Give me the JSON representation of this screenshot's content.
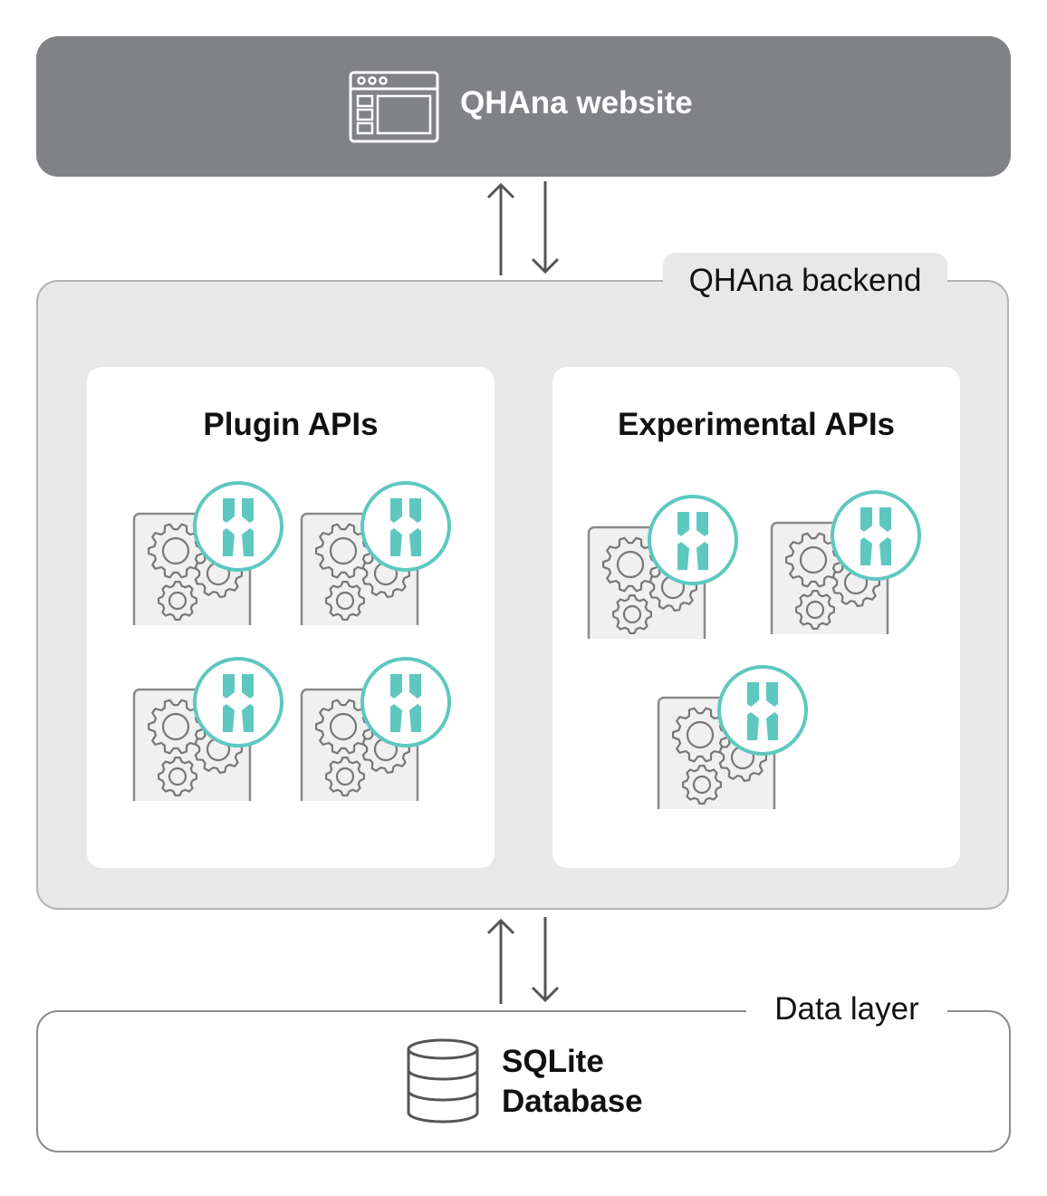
{
  "website": {
    "title": "QHAna website",
    "icon": "browser-window-icon"
  },
  "backend": {
    "label": "QHAna backend",
    "panels": [
      {
        "title": "Plugin APIs",
        "plugin_count": 4
      },
      {
        "title": "Experimental APIs",
        "plugin_count": 3
      }
    ],
    "plugin_icon": "gears-with-qhana-badge-icon"
  },
  "data_layer": {
    "label": "Data layer",
    "db_line1": "SQLite",
    "db_line2": "Database",
    "icon": "database-icon"
  },
  "colors": {
    "website_bar": "#818286",
    "backend_bg": "#e8e8e9",
    "accent_teal": "#5ec8c0",
    "arrow": "#555555"
  }
}
